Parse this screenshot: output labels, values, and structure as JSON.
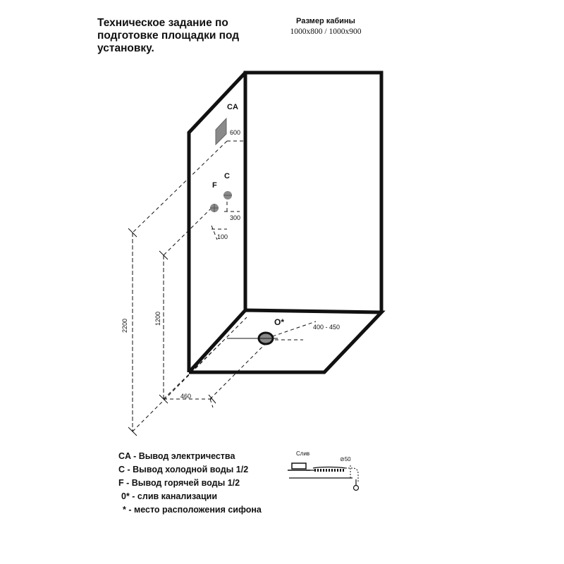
{
  "title_lines": [
    "Техническое задание по",
    "подготовке площадки под",
    "установку."
  ],
  "cabin_size": {
    "label": "Размер кабины",
    "value": "1000x800 / 1000x900"
  },
  "markers": {
    "ca": "CA",
    "c": "C",
    "f": "F",
    "drain": "O*"
  },
  "dimensions": {
    "d600": "600",
    "d300": "300",
    "d100": "100",
    "d2200": "2200",
    "d1200": "1200",
    "d460": "460",
    "d400_450": "400 - 450"
  },
  "siphon": {
    "label": "Слив",
    "diameter": "⊘50"
  },
  "legend": [
    "CA - Вывод электричества",
    "C - Вывод холодной воды  1/2",
    "F - Вывод горячей воды 1/2",
    "0* - слив канализации",
    "* - место расположения сифона"
  ],
  "colors": {
    "line": "#111111",
    "outlet": "#8a8a8a",
    "outlet_dark": "#6e6e6e"
  }
}
